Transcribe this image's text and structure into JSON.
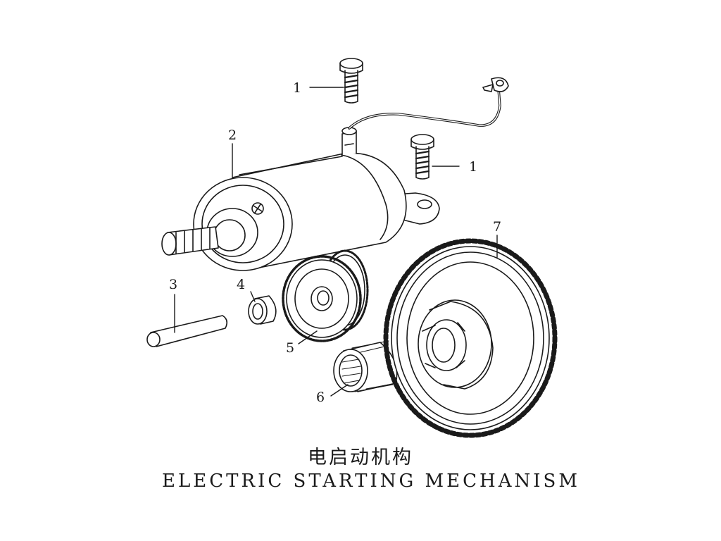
{
  "caption": {
    "chinese": "电启动机构",
    "english": "ELECTRIC STARTING MECHANISM"
  },
  "parts": [
    {
      "id": "bolt-top",
      "number": "1"
    },
    {
      "id": "bolt-right",
      "number": "1"
    },
    {
      "id": "starter-motor",
      "number": "2"
    },
    {
      "id": "shaft-pin",
      "number": "3"
    },
    {
      "id": "bushing",
      "number": "4"
    },
    {
      "id": "idler-gear",
      "number": "5"
    },
    {
      "id": "needle-bearing",
      "number": "6"
    },
    {
      "id": "driven-gear",
      "number": "7"
    }
  ],
  "colors": {
    "line": "#1a1a1a",
    "background": "#ffffff"
  }
}
